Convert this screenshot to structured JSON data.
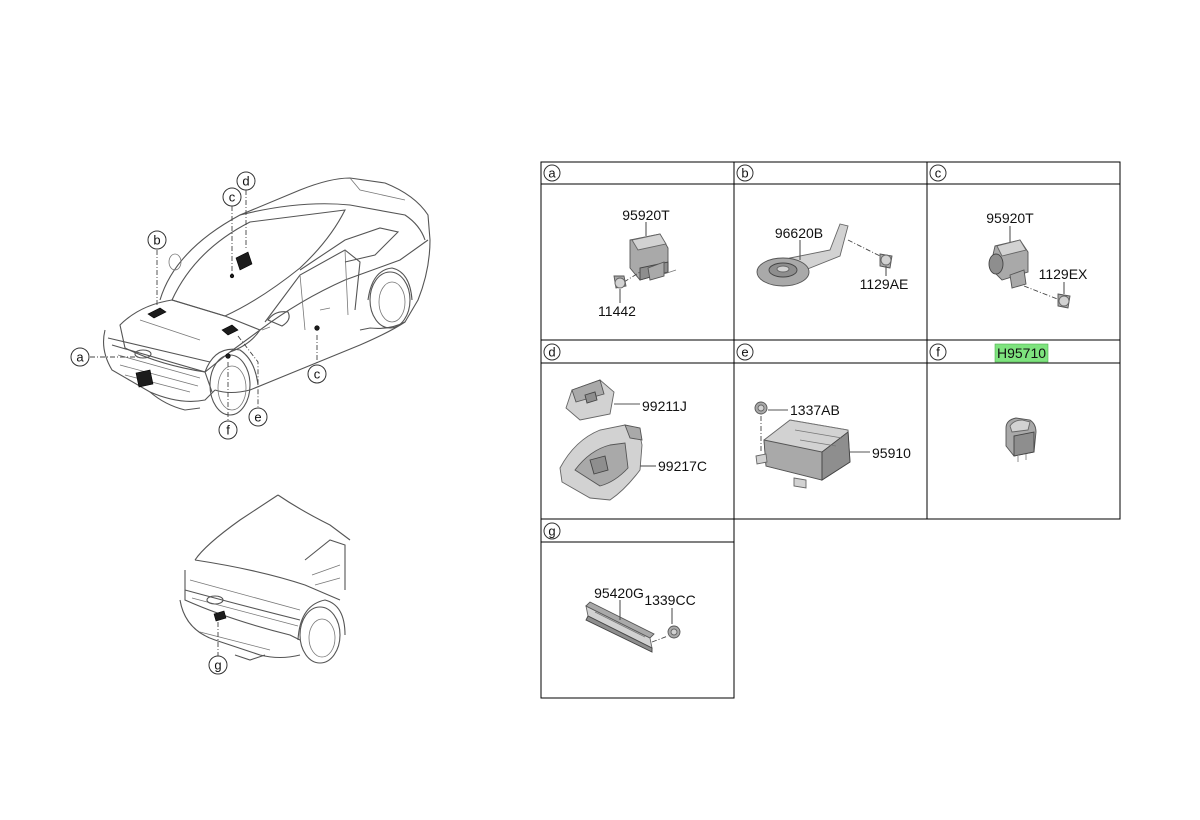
{
  "callouts": [
    "a",
    "b",
    "c",
    "c",
    "d",
    "e",
    "f",
    "g"
  ],
  "sections": [
    {
      "label": "a",
      "parts": [
        "95920T",
        "11442"
      ]
    },
    {
      "label": "b",
      "parts": [
        "96620B",
        "1129AE"
      ]
    },
    {
      "label": "c",
      "parts": [
        "95920T",
        "1129EX"
      ]
    },
    {
      "label": "d",
      "parts": [
        "99211J",
        "99217C"
      ]
    },
    {
      "label": "e",
      "parts": [
        "1337AB",
        "95910"
      ]
    },
    {
      "label": "f",
      "header_part": "H95710",
      "parts": []
    },
    {
      "label": "g",
      "parts": [
        "95420G",
        "1339CC"
      ]
    }
  ],
  "highlight_color": "#7ee37e"
}
